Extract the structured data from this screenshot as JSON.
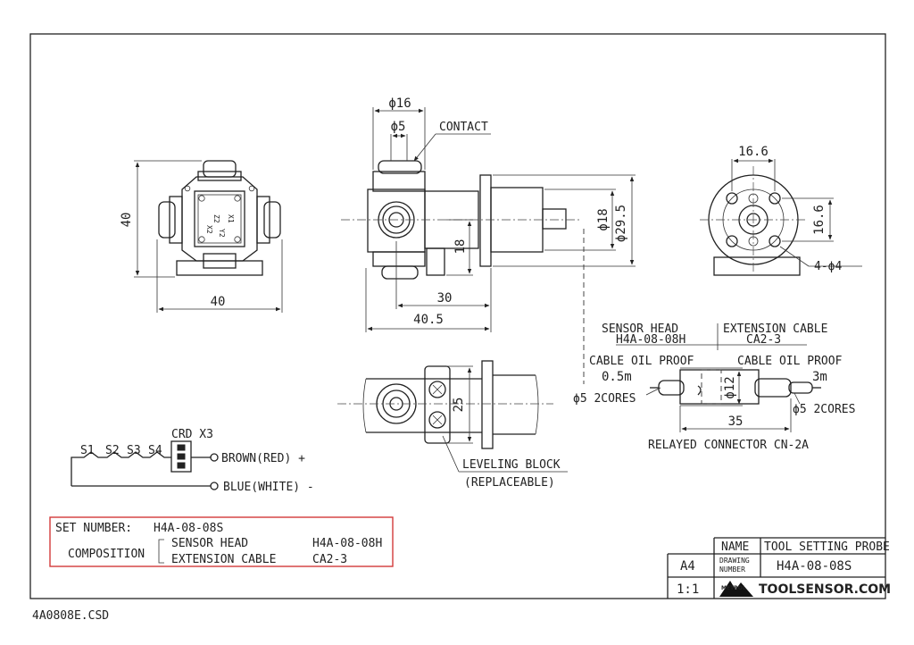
{
  "views": {
    "front": {
      "dim_width": "40",
      "dim_height": "40"
    },
    "side": {
      "dia_top": "ϕ16",
      "dia_contact": "ϕ5",
      "contact_label": "CONTACT",
      "dim_18": "18",
      "dim_dia18": "ϕ18",
      "dim_dia29_5": "ϕ29.5",
      "dim_30": "30",
      "dim_40_5": "40.5"
    },
    "end": {
      "dim_16_6_h": "16.6",
      "dim_16_6_v": "16.6",
      "holes": "4-ϕ4"
    },
    "detail": {
      "dim_25": "25",
      "leveling_block": "LEVELING BLOCK",
      "replaceable": "(REPLACEABLE)"
    }
  },
  "cable": {
    "sensor_head": "SENSOR HEAD",
    "sensor_head_part": "H4A-08-08H",
    "extension_cable": "EXTENSION CABLE",
    "extension_cable_part": "CA2-3",
    "left_oil": "CABLE OIL PROOF",
    "left_len": "0.5m",
    "right_oil": "CABLE OIL PROOF",
    "right_len": "3m",
    "dia12": "ϕ12",
    "left_cores": "ϕ5 2CORES",
    "right_cores": "ϕ5 2CORES",
    "dim_35": "35",
    "relayed": "RELAYED CONNECTOR CN-2A"
  },
  "circuit": {
    "crd": "CRD X3",
    "switches": [
      "S1",
      "S2",
      "S3",
      "S4"
    ],
    "brown": "BROWN(RED) +",
    "blue": "BLUE(WHITE) -"
  },
  "set_box": {
    "set_number_label": "SET NUMBER:",
    "set_number": "H4A-08-08S",
    "composition": "COMPOSITION",
    "items": [
      {
        "name": "SENSOR HEAD",
        "part": "H4A-08-08H"
      },
      {
        "name": "EXTENSION CABLE",
        "part": "CA2-3"
      }
    ]
  },
  "title_block": {
    "name_label": "NAME",
    "name_value": "TOOL SETTING PROBE",
    "drawing_label_1": "DRAWING",
    "drawing_label_2": "NUMBER",
    "drawing_number": "H4A-08-08S",
    "size": "A4",
    "scale": "1:1",
    "brand": "TOOLSENSOR.COM",
    "logo_text": "METROL"
  },
  "file_name": "4A0808E.CSD",
  "colors": {
    "highlight_box": "#d23a3a",
    "ink": "#222222"
  }
}
